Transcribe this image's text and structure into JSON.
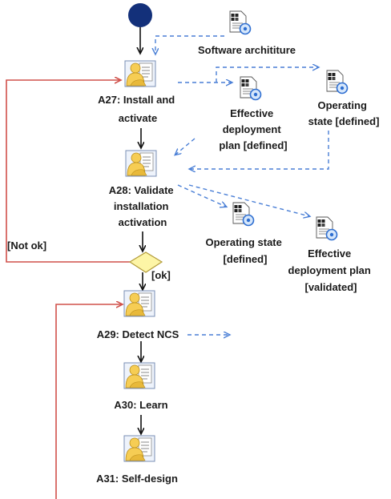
{
  "activities": [
    {
      "id": "a27",
      "lines": [
        "A27: Install and",
        "activate"
      ]
    },
    {
      "id": "a28",
      "lines": [
        "A28: Validate",
        "installation",
        "activation"
      ]
    },
    {
      "id": "a29",
      "lines": [
        "A29: Detect NCS"
      ]
    },
    {
      "id": "a30",
      "lines": [
        "A30: Learn"
      ]
    },
    {
      "id": "a31",
      "lines": [
        "A31: Self-design"
      ]
    }
  ],
  "artifacts": [
    {
      "id": "software-architecture",
      "lines": [
        "Software archititure"
      ]
    },
    {
      "id": "effective-deployment-plan-defined",
      "lines": [
        "Effective",
        "deployment",
        "plan [defined]"
      ]
    },
    {
      "id": "operating-state-defined-top",
      "lines": [
        "Operating",
        "state [defined]"
      ]
    },
    {
      "id": "operating-state-defined-bottom",
      "lines": [
        "Operating state",
        "[defined]"
      ]
    },
    {
      "id": "effective-deployment-plan-validated",
      "lines": [
        "Effective",
        "deployment plan",
        "[validated]"
      ]
    }
  ],
  "guards": {
    "not_ok": "[Not ok]",
    "ok": "[ok]"
  },
  "colors": {
    "initial_node": "#13307a",
    "control_flow": "#111111",
    "object_flow": "#4a7fd6",
    "loop_flow": "#d0504a",
    "decision_fill": "#fdf5a6",
    "decision_stroke": "#b39c3a"
  },
  "icons": {
    "activity": "activity-person-document-icon",
    "artifact": "artifact-document-gear-icon"
  }
}
